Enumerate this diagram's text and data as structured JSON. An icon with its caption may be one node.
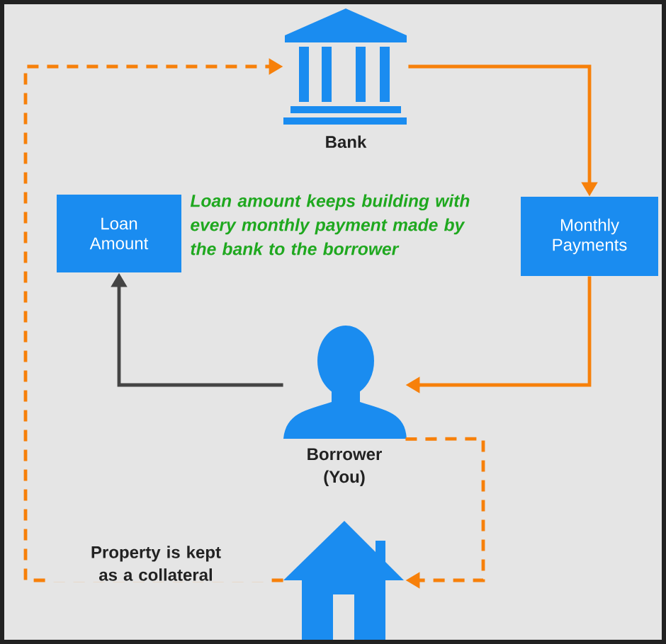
{
  "diagram": {
    "nodes": [
      {
        "text": [
          "Bank"
        ]
      },
      {
        "text": [
          "Loan Amount"
        ]
      },
      {
        "text": [
          "Monthly Payments"
        ]
      },
      {
        "text": [
          "Borrower (You)"
        ]
      },
      {
        "text": [],
        "shape": "house"
      }
    ],
    "edges": [
      {
        "from": 0,
        "to": 2,
        "arrow": "to"
      },
      {
        "from": 2,
        "to": 3,
        "arrow": "to"
      },
      {
        "from": 3,
        "to": 1,
        "arrow": "to",
        "color": "#444444"
      },
      {
        "from": 3,
        "to": 4,
        "arrow": "to",
        "style": "dashed"
      },
      {
        "from": 4,
        "to": 0,
        "arrow": "to",
        "style": "dashed",
        "label": "Property is kept as a collateral"
      }
    ],
    "labels": [
      "Loan amount keeps building with every monthly payment made by the bank to the borrower"
    ]
  }
}
